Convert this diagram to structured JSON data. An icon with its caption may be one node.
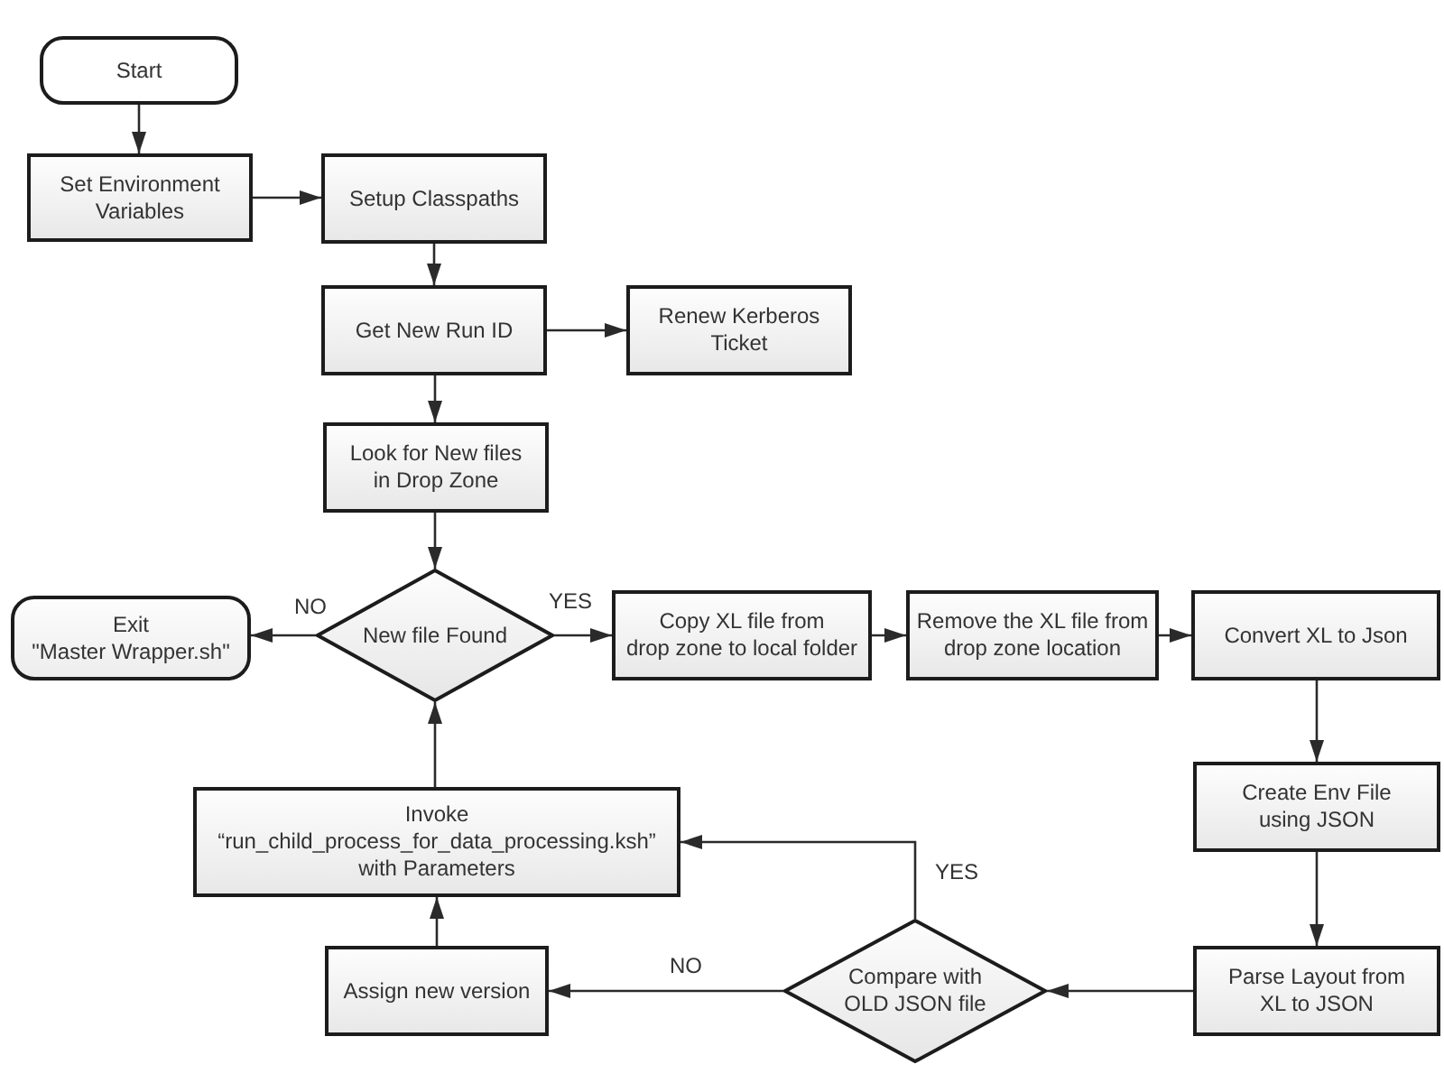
{
  "diagram": {
    "nodes": [
      {
        "text": [
          "Start"
        ]
      },
      {
        "text": [
          "Set Environment Variables"
        ]
      },
      {
        "text": [
          "Setup Classpaths"
        ]
      },
      {
        "text": [
          "Get New Run ID"
        ]
      },
      {
        "text": [
          "Renew Kerberos Ticket"
        ]
      },
      {
        "text": [
          "Look for New files in Drop Zone"
        ]
      },
      {
        "text": [
          "New file Found"
        ]
      },
      {
        "text": [
          "Exit \"Master Wrapper.sh\""
        ]
      },
      {
        "text": [
          "Copy XL file from drop zone to local folder"
        ]
      },
      {
        "text": [
          "Remove the XL file from drop zone location"
        ]
      },
      {
        "text": [
          "Convert XL to Json"
        ]
      },
      {
        "text": [
          "Create Env File using JSON"
        ]
      },
      {
        "text": [
          "Parse Layout from XL to JSON"
        ]
      },
      {
        "text": [
          "Compare with OLD JSON file"
        ]
      },
      {
        "text": [
          "Invoke “run_child_process_for_data_processing.ksh” with Parameters"
        ]
      },
      {
        "text": [
          "Assign new version"
        ]
      }
    ],
    "edges": [
      {
        "from": 0,
        "to": 1,
        "arrow": "to"
      },
      {
        "from": 1,
        "to": 2,
        "arrow": "to"
      },
      {
        "from": 2,
        "to": 3,
        "arrow": "to"
      },
      {
        "from": 3,
        "to": 4,
        "arrow": "to"
      },
      {
        "from": 3,
        "to": 5,
        "arrow": "to"
      },
      {
        "from": 5,
        "to": 6,
        "arrow": "to"
      },
      {
        "from": 6,
        "to": 7,
        "arrow": "to",
        "label": "NO"
      },
      {
        "from": 6,
        "to": 8,
        "arrow": "to",
        "label": "YES"
      },
      {
        "from": 8,
        "to": 9,
        "arrow": "to"
      },
      {
        "from": 9,
        "to": 10,
        "arrow": "to"
      },
      {
        "from": 10,
        "to": 11,
        "arrow": "to"
      },
      {
        "from": 11,
        "to": 12,
        "arrow": "to"
      },
      {
        "from": 12,
        "to": 13,
        "arrow": "to"
      },
      {
        "from": 13,
        "to": 14,
        "arrow": "to",
        "label": "YES"
      },
      {
        "from": 13,
        "to": 15,
        "arrow": "to",
        "label": "NO"
      },
      {
        "from": 15,
        "to": 14,
        "arrow": "to"
      },
      {
        "from": 14,
        "to": 6,
        "arrow": "to"
      }
    ]
  }
}
